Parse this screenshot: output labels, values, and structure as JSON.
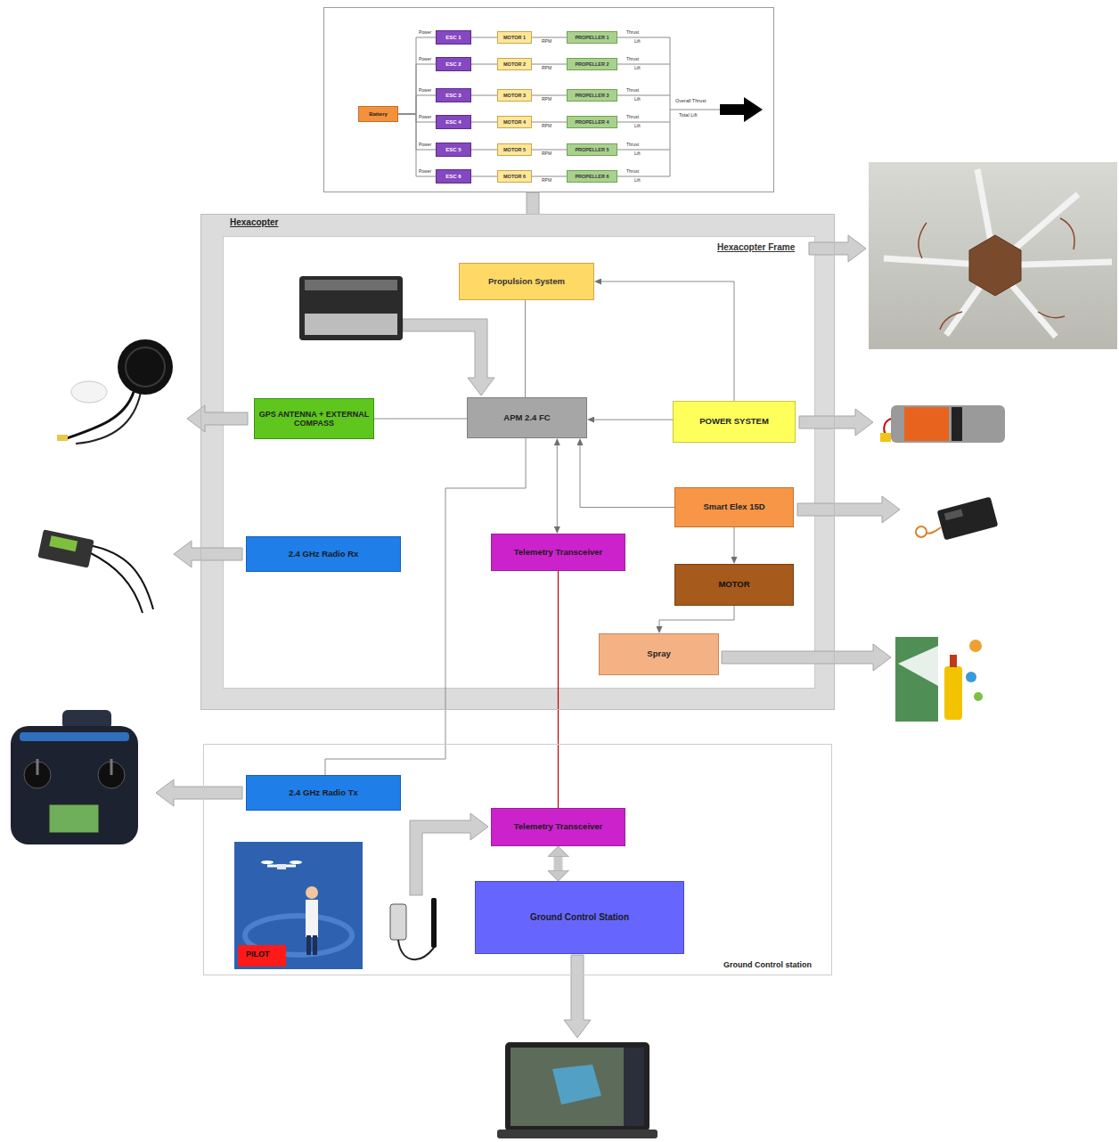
{
  "diagram": {
    "nodes": [
      {
        "text": [
          "Battery"
        ]
      },
      {
        "text": [
          "ESC 1"
        ]
      },
      {
        "text": [
          "ESC 2"
        ]
      },
      {
        "text": [
          "ESC 3"
        ]
      },
      {
        "text": [
          "ESC 4"
        ]
      },
      {
        "text": [
          "ESC 5"
        ]
      },
      {
        "text": [
          "ESC 6"
        ]
      },
      {
        "text": [
          "MOTOR 1"
        ]
      },
      {
        "text": [
          "MOTOR 2"
        ]
      },
      {
        "text": [
          "MOTOR 3"
        ]
      },
      {
        "text": [
          "MOTOR 4"
        ]
      },
      {
        "text": [
          "MOTOR 5"
        ]
      },
      {
        "text": [
          "MOTOR 6"
        ]
      },
      {
        "text": [
          "PROPELLER 1"
        ]
      },
      {
        "text": [
          "PROPELLER 2"
        ]
      },
      {
        "text": [
          "PROPELLER 3"
        ]
      },
      {
        "text": [
          "PROPELLER 4"
        ]
      },
      {
        "text": [
          "PROPELLER 5"
        ]
      },
      {
        "text": [
          "PROPELLER 6"
        ]
      },
      {
        "text": [
          "Hexacopter"
        ]
      },
      {
        "text": [
          "Propulsion System"
        ],
        "in": 19
      },
      {
        "text": [
          "APM 2.4 FC"
        ],
        "in": 19
      },
      {
        "text": [
          "GPS ANTENNA + EXTERNAL COMPASS"
        ],
        "in": 19
      },
      {
        "text": [
          "POWER SYSTEM"
        ],
        "in": 19
      },
      {
        "text": [
          "Smart Elex 15D"
        ],
        "in": 19
      },
      {
        "text": [
          "2.4 GHz Radio Rx"
        ],
        "in": 19
      },
      {
        "text": [
          "Telemetry Transceiver"
        ],
        "in": 19
      },
      {
        "text": [
          "MOTOR"
        ],
        "in": 19
      },
      {
        "text": [
          "Spray"
        ],
        "in": 19
      },
      {
        "text": [
          "Ground Control station"
        ]
      },
      {
        "text": [
          "2.4 GHz Radio Tx"
        ],
        "in": 29
      },
      {
        "text": [
          "Telemetry Transceiver"
        ],
        "in": 29
      },
      {
        "text": [
          "Ground Control Station"
        ],
        "in": 29
      }
    ],
    "edges": [
      {
        "from": 0,
        "to": 1,
        "arrow": "none"
      },
      {
        "from": 0,
        "to": 2,
        "arrow": "none"
      },
      {
        "from": 0,
        "to": 3,
        "arrow": "none"
      },
      {
        "from": 0,
        "to": 4,
        "arrow": "none"
      },
      {
        "from": 0,
        "to": 5,
        "arrow": "none"
      },
      {
        "from": 0,
        "to": 6,
        "arrow": "none"
      },
      {
        "from": 1,
        "to": 7,
        "arrow": "none"
      },
      {
        "from": 2,
        "to": 8,
        "arrow": "none"
      },
      {
        "from": 3,
        "to": 9,
        "arrow": "none"
      },
      {
        "from": 4,
        "to": 10,
        "arrow": "none"
      },
      {
        "from": 5,
        "to": 11,
        "arrow": "none"
      },
      {
        "from": 6,
        "to": 12,
        "arrow": "none"
      },
      {
        "from": 7,
        "to": 13,
        "arrow": "none"
      },
      {
        "from": 8,
        "to": 14,
        "arrow": "none"
      },
      {
        "from": 9,
        "to": 15,
        "arrow": "none"
      },
      {
        "from": 10,
        "to": 16,
        "arrow": "none"
      },
      {
        "from": 11,
        "to": 17,
        "arrow": "none"
      },
      {
        "from": 12,
        "to": 18,
        "arrow": "none"
      },
      {
        "from": 23,
        "to": 20,
        "arrow": "to"
      },
      {
        "from": 23,
        "to": 21,
        "arrow": "to"
      },
      {
        "from": 22,
        "to": 21,
        "arrow": "none"
      },
      {
        "from": 24,
        "to": 21,
        "arrow": "to"
      },
      {
        "from": 24,
        "to": 27,
        "arrow": "to"
      },
      {
        "from": 27,
        "to": 28,
        "arrow": "to"
      },
      {
        "from": 21,
        "to": 26,
        "arrow": "both"
      },
      {
        "from": 26,
        "to": 31,
        "arrow": "none"
      },
      {
        "from": 31,
        "to": 32,
        "arrow": "both"
      },
      {
        "from": 21,
        "to": 30,
        "arrow": "none"
      },
      {
        "from": 20,
        "to": 21,
        "arrow": "none"
      }
    ],
    "labels": [
      "Power",
      "RPM",
      "Thrust",
      "Lift",
      "Power",
      "RPM",
      "Thrust",
      "Lift",
      "Power",
      "RPM",
      "Thrust",
      "Lift",
      "Power",
      "RPM",
      "Thrust",
      "Lift",
      "Power",
      "RPM",
      "Thrust",
      "Lift",
      "Power",
      "RPM",
      "Thrust",
      "Lift",
      "Overall Thrust",
      "Total Lift",
      "Hexacopter Frame",
      "PILOT"
    ]
  }
}
